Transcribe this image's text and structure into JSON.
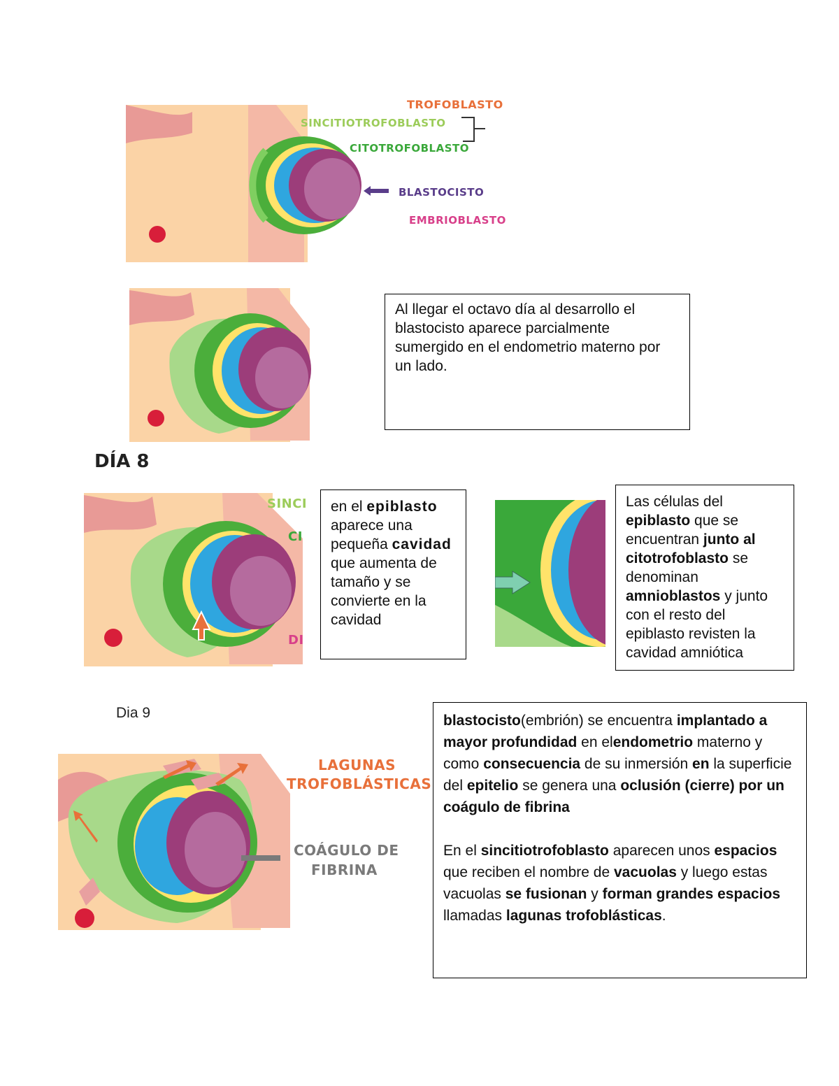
{
  "figure1": {
    "labels": {
      "trofoblasto": "TROFOBLASTO",
      "sincitio": "SINCITIOTROFOBLASTO",
      "cito": "CITOTROFOBLASTO",
      "blastocisto": "BLASTOCISTO",
      "embrioblasto": "EMBRIOBLASTO"
    },
    "colors": {
      "trofoblasto": "#e8703a",
      "sincitio": "#9ccc5a",
      "cito": "#3aa83a",
      "blastocisto": "#5a3d8a",
      "embrioblasto": "#d8408a"
    }
  },
  "box1": {
    "text": "Al llegar el octavo día al desarrollo el blastocisto aparece parcialmente sumergido en el endometrio materno por un lado."
  },
  "day8": {
    "heading": "DÍA 8",
    "fig_labels": {
      "sinci": "SINCI",
      "ci": "CI",
      "di": "DI"
    }
  },
  "box2": {
    "p1": "en el ",
    "b1": "epiblasto",
    "p2": " aparece una pequeña ",
    "b2": "cavidad",
    "p3": " que aumenta de tamaño y se convierte en la cavidad"
  },
  "box3": {
    "p1": "Las células del ",
    "b1": "epiblasto",
    "p2": " que se encuentran ",
    "b2": "junto  al citotrofoblasto",
    "p3": " se denominan ",
    "b3": "amnioblastos",
    "p4": " y junto con el resto del epiblasto revisten la cavidad amniótica"
  },
  "day9": {
    "heading": "Dia 9",
    "fig_labels": {
      "lagunas_1": "LAGUNAS",
      "lagunas_2": "TROFOBLÁSTICAS",
      "coagulo_1": "COÁGULO DE",
      "coagulo_2": "FIBRINA"
    }
  },
  "box4": {
    "s1b": "blastocisto",
    "s2": "(embrión) se encuentra ",
    "s3b": "implantado a mayor profundidad",
    "s4": " en el",
    "s5b": "endometrio",
    "s6": " materno y como ",
    "s7b": "consecuencia",
    "s8": " de su inmersión ",
    "s9b": "en",
    "s10": " la superficie del ",
    "s11b": "epitelio",
    "s12": " se genera una ",
    "s13b": "oclusión (cierre) por un coágulo de fibrina",
    "t1": "En el ",
    "t2b": "sincitiotrofoblasto",
    "t3": " aparecen unos ",
    "t4b": "espacios",
    "t5": " que reciben el nombre de ",
    "t6b": "vacuolas",
    "t7": " y luego estas vacuolas ",
    "t8b": "se fusionan",
    "t9": " y ",
    "t10b": "forman grandes espacios",
    "t11": " llamadas ",
    "t12b": "lagunas trofoblásticas",
    "t13": "."
  }
}
